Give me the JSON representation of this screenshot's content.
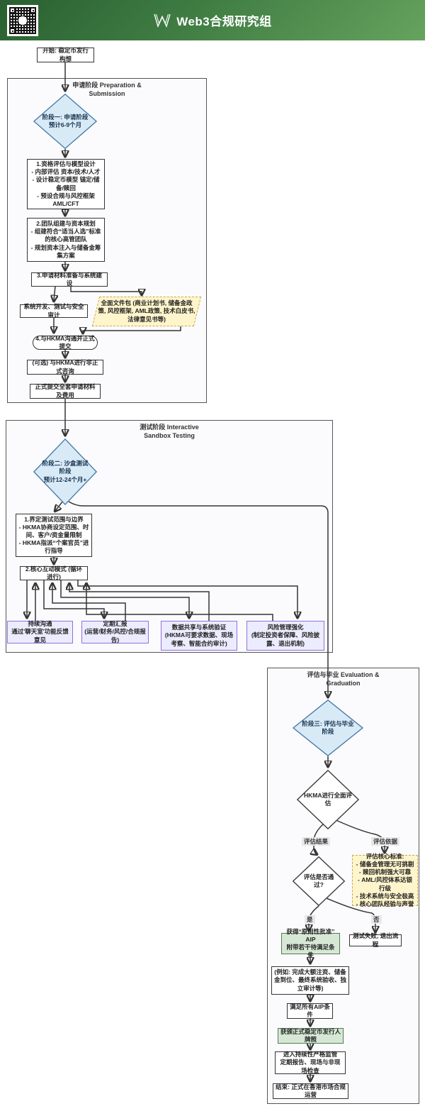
{
  "header": {
    "title": "Web3合规研究组"
  },
  "subgraphs": {
    "s1": "申请阶段 Preparation &\nSubmission",
    "s2": "测试阶段 Interactive\nSandbox Testing",
    "s3": "评估与毕业 Evaluation &\nGraduation"
  },
  "nodes": {
    "start": "开始: 稳定币发行构想",
    "phase1": "阶段一: 申请阶段\n预计6-9个月",
    "s1b1": "1.资格评估与模型设计\n- 内部评估 资本/技术/人才\n- 设计稳定币模型 锚定/储备/赎回\n- 预设合规与风控框架 AML/CFT",
    "s1b2": "2.团队组建与资本规划\n- 组建符合“适当人选”标准的核心高管团队\n- 规划资本注入与储备金筹集方案",
    "s1b3": "3.申请材料准备与系统建设",
    "sysdev": "系统开发、测试与安全审计",
    "docpack": "全面文件包 (商业计划书, 储备金政策, 风控框架, AML政策, 技术白皮书, 法律意见书等)",
    "hkma_submit": "4.与HKMA沟通并正式提交",
    "informal": "(可选) 与HKMA进行非正式咨询",
    "formal_submit": "正式提交全套申请材料及费用",
    "phase2": "阶段二: 沙盒测试阶段\n预计12-24个月+",
    "s2b1": "1.界定测试范围与边界\n- HKMA协商设定范围、时间、客户/资金量限制\n- HKMA指派“个案官员”进行指导",
    "s2b2": "2.核心互动模式 (循环进行)",
    "c1": "持续沟通\n通过'聊天室'功能反馈意见",
    "c2": "定期汇报\n(运营/财务/风控/合规报告)",
    "c3": "数据共享与系统验证\n(HKMA可要求数据、现场考察、智能合约审计)",
    "c4": "风险管理强化\n(制定投资者保障、风险披露、退出机制)",
    "phase3": "阶段三: 评估与毕业阶段",
    "full_eval": "HKMA进行全面评估",
    "pass_q": "评估是否通过?",
    "criteria": "评估核心标准:\n- 储备金管理无可挑剔\n- 赎回机制强大可靠\n- AML/风控体系达银行级\n- 技术系统与安全极高\n- 核心团队经验与声誉",
    "aip": "获得“原则性批准” AIP\n附带若干待满足条件",
    "fail": "测试失败, 退出流程",
    "example": "(例如: 完成大额注资、储备金到位、最终系统验收、独立审计等)",
    "aip_cond": "满足所有AIP条件",
    "license": "获颁正式稳定币发行人牌照",
    "supervision": "进入持续性严格监管\n定期报告、现场与非现场检查",
    "end": "结束: 正式在香港市场合规运营"
  },
  "edge_labels": {
    "eval_result": "评估结果",
    "eval_basis": "评估依据",
    "yes": "是",
    "no": "否"
  },
  "colors": {
    "header_green_dark": "#2a5f31",
    "header_green_light": "#66a35e",
    "diamond_blue_fill": "#d9eaf7",
    "diamond_blue_border": "#4a7ea6",
    "purple_fill": "#ececff",
    "purple_border": "#9370db",
    "yellow_fill": "#fff5cc",
    "yellow_border": "#c9a94e",
    "green_fill": "#d6e8d5",
    "green_border": "#4f7d4f",
    "edge_stroke": "#343434"
  }
}
